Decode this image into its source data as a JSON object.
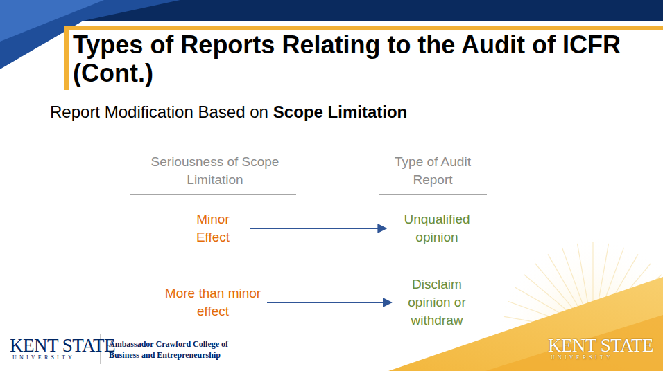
{
  "diagram": {
    "title": "Types of Reports Relating to the Audit of ICFR (Cont.)",
    "nodes": [
      {
        "text": [
          "Minor Effect"
        ]
      },
      {
        "text": [
          "Unqualified opinion"
        ]
      },
      {
        "text": [
          "More than minor effect"
        ]
      },
      {
        "text": [
          "Disclaim opinion or withdraw"
        ]
      }
    ],
    "edges": [
      {
        "from": 0,
        "to": 1,
        "arrow": "to"
      },
      {
        "from": 2,
        "to": 3,
        "arrow": "to"
      }
    ],
    "labels": [
      "Report Modification Based on",
      "Scope Limitation",
      "Seriousness of Scope Limitation",
      "Type of Audit Report",
      "KENT STATE",
      "UNIVERSITY",
      "Ambassador Crawford College of Business and Entrepreneurship",
      "KENT STATE",
      "UNIVERSITY"
    ]
  }
}
